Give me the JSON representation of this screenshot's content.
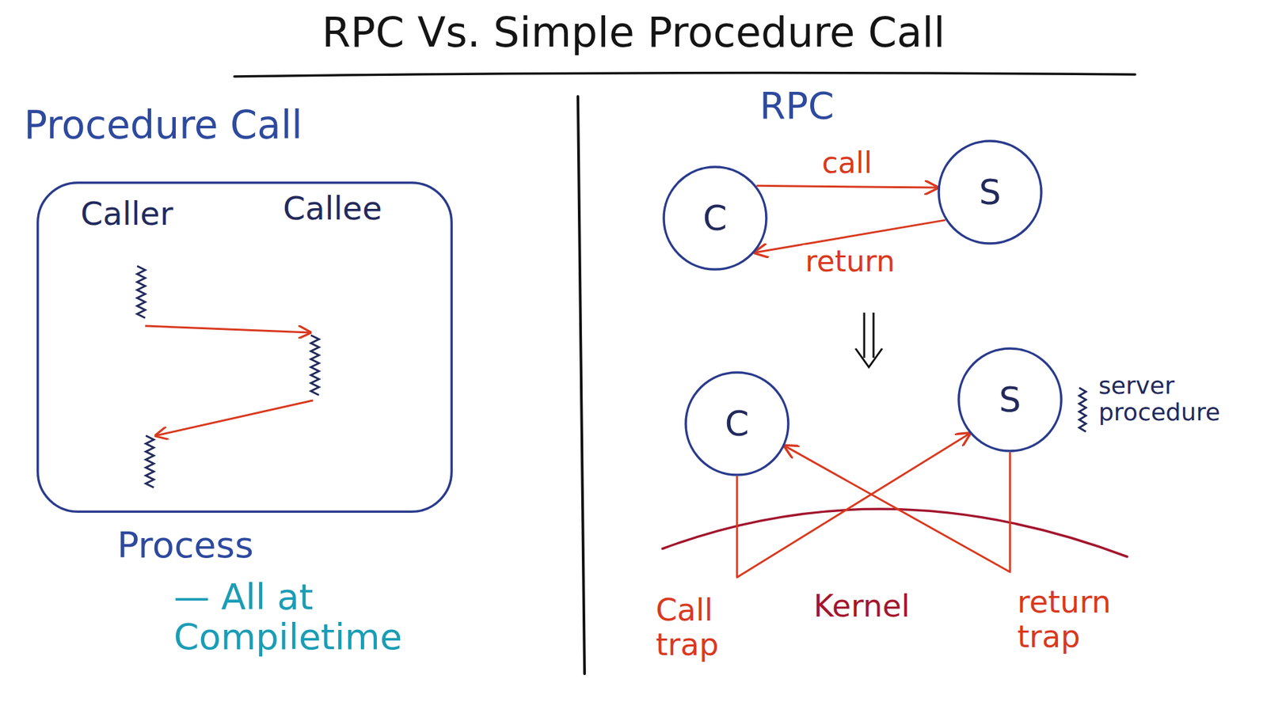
{
  "diagram": {
    "title": "RPC Vs. Simple Procedure Call",
    "nodes": [
      {
        "text": [
          "Caller",
          "Callee"
        ]
      },
      {
        "text": [
          "C"
        ]
      },
      {
        "text": [
          "S"
        ]
      },
      {
        "text": [
          "C"
        ]
      },
      {
        "text": [
          "S"
        ]
      }
    ],
    "edges": [
      {
        "from": 1,
        "to": 2,
        "label": "call",
        "arrow": "to"
      },
      {
        "from": 2,
        "to": 1,
        "label": "return",
        "arrow": "to"
      },
      {
        "from": 3,
        "to": 4,
        "arrow": "to"
      },
      {
        "from": 4,
        "to": 3,
        "arrow": "to"
      }
    ],
    "labels": [
      "Procedure Call",
      "Process",
      "— All at Compiletime",
      "RPC",
      "server procedure",
      "Call trap",
      "Kernel",
      "return trap"
    ]
  }
}
